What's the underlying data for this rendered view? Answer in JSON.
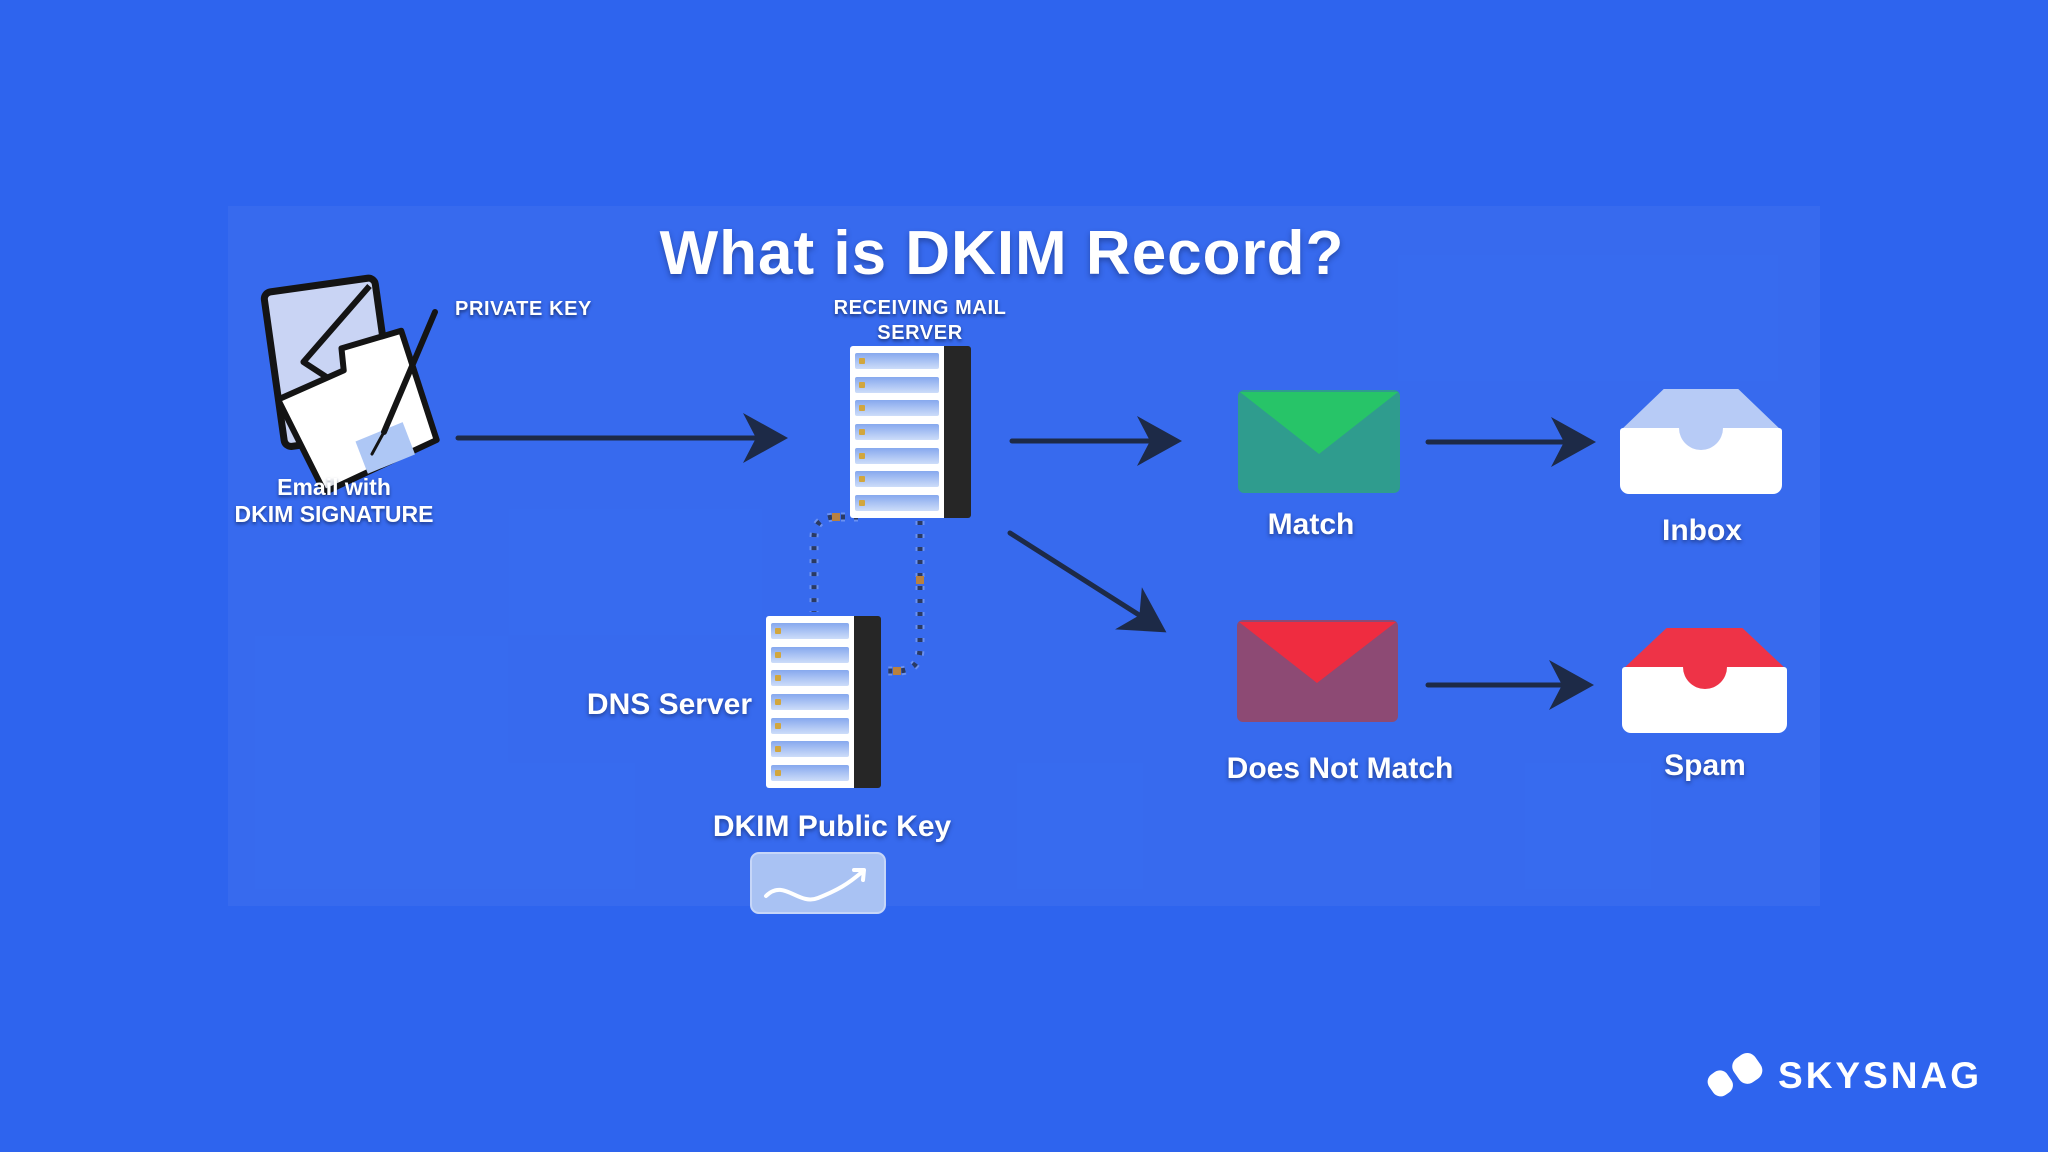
{
  "title": "What is DKIM Record?",
  "labels": {
    "private_key": "PRIVATE KEY",
    "receiving_server_line1": "RECEIVING MAIL",
    "receiving_server_line2": "SERVER",
    "email_line1": "Email with",
    "email_line2": "DKIM SIGNATURE",
    "dns_server": "DNS Server",
    "dkim_public_key": "DKIM Public Key",
    "match": "Match",
    "inbox": "Inbox",
    "does_not_match": "Does Not Match",
    "spam": "Spam"
  },
  "logo": {
    "text": "SKYSNAG"
  },
  "icons": {
    "email_with_signature": "signed-email-with-pen-icon",
    "receiving_mail_server": "server-rack-icon",
    "dns_server": "server-rack-icon",
    "dkim_public_key": "key-card-wave-icon",
    "match": "green-envelope-icon",
    "does_not_match": "red-envelope-icon",
    "inbox": "blue-inbox-tray-icon",
    "spam": "red-inbox-tray-icon",
    "logo_mark": "skysnag-double-leaf-icon"
  },
  "colors": {
    "background": "#2e64ee",
    "arrow": "#1d2a47",
    "dashed_connector": "#2a3a63",
    "connector_dot": "#b9813f",
    "label_text": "#ffffff",
    "server_panel": "#262626",
    "server_slat": "#9bb7f1",
    "match_flap": "#27c468",
    "match_body": "#2f9c8e",
    "mismatch_flap": "#ef2c40",
    "mismatch_body": "#8d4a74",
    "inbox_lid": "#b7cbf6",
    "spam_lid": "#ee3347",
    "key_card": "#a9c2f3"
  }
}
